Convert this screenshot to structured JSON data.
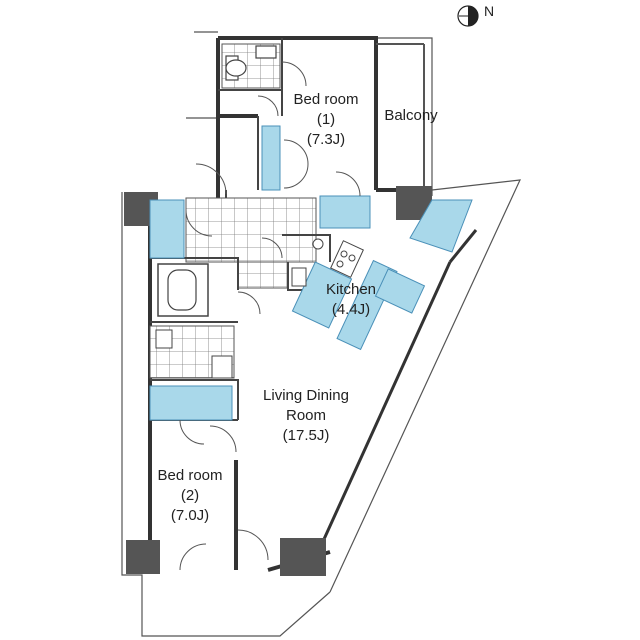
{
  "compass": {
    "north_letter": "N"
  },
  "rooms": {
    "bedroom1": {
      "name": "Bed room",
      "number": "(1)",
      "size": "(7.3J)"
    },
    "balcony": {
      "name": "Balcony"
    },
    "kitchen": {
      "name": "Kitchen",
      "size": "(4.4J)"
    },
    "living": {
      "line1": "Living Dining",
      "line2": "Room",
      "size": "(17.5J)"
    },
    "bedroom2": {
      "name": "Bed room",
      "number": "(2)",
      "size": "(7.0J)"
    }
  },
  "colors": {
    "wall": "#333333",
    "line": "#555555",
    "fixture": "#a9d8ea",
    "fixture_stroke": "#4a90b8",
    "tile": "#888888",
    "background": "#ffffff"
  }
}
